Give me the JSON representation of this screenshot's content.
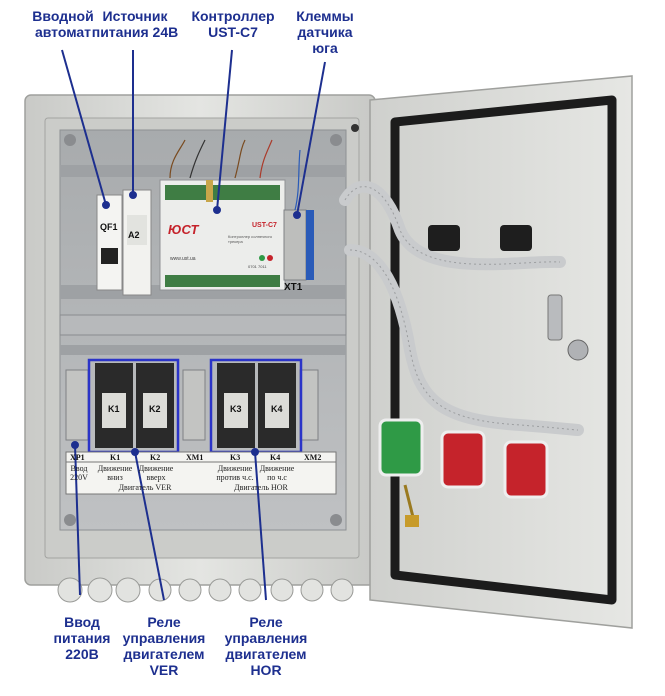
{
  "callouts": {
    "input_breaker": "Вводной автомат",
    "power_supply": "Источник питания 24В",
    "controller": "Контроллер UST-C7",
    "south_sensor_terminals": "Клеммы датчика юга",
    "power_input": "Ввод питания 220В",
    "ver_relays": "Реле управления двигателем VER",
    "hor_relays": "Реле управления двигателем HOR"
  },
  "device_labels": {
    "breaker": "QF1",
    "psu": "A2",
    "controller_logo": "ЮСТ",
    "controller_model": "UST-C7",
    "controller_caption": "Контроллер солнечного трекера",
    "controller_site": "www.ust.ua",
    "controller_serial": "0701 7011",
    "xt1": "XT1",
    "relays": [
      "K1",
      "K2",
      "K3",
      "K4"
    ]
  },
  "legend_strip": {
    "groups": [
      "XP1",
      "K1",
      "K2",
      "XM1",
      "K3",
      "K4",
      "XM2"
    ],
    "captions": {
      "xp1": "Ввод 220V",
      "k1": "Движение вниз",
      "k2": "Движение вверх",
      "k3": "Движение против ч.с.",
      "k4": "Движение по ч.с"
    },
    "motor_ver": "Двигатель VER",
    "motor_hor": "Двигатель HOR"
  },
  "colors": {
    "callout_text": "#1d2f8f",
    "cabinet": "#d9dad7",
    "mounting_plate": "#aeb1b3",
    "highlight_box": "#2b34c8",
    "led_green": "#2f9a46",
    "led_red": "#c5232b"
  }
}
